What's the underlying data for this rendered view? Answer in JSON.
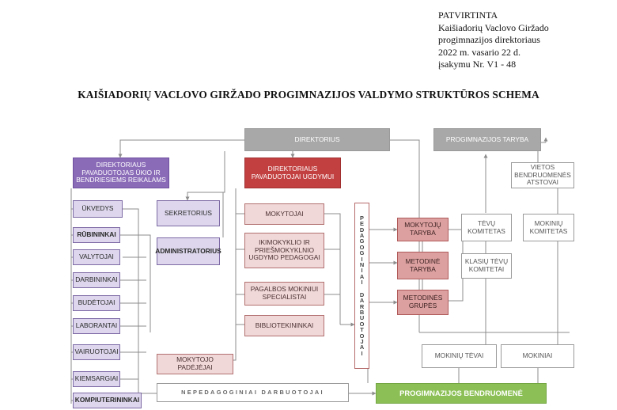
{
  "approval": {
    "line1": "PATVIRTINTA",
    "line2": "Kaišiadorių Vaclovo Giržado",
    "line3": "progimnazijos direktoriaus",
    "line4": "2022 m. vasario 22 d.",
    "line5": "įsakymu Nr. V1 - 48"
  },
  "title": "KAIŠIADORIŲ VACLOVO GIRŽADO PROGIMNAZIJOS VALDYMO STRUKTŪROS SCHEMA",
  "boxes": {
    "direktorius": "DIREKTORIUS",
    "taryba": "PROGIMNAZIJOS TARYBA",
    "pav_ukio": "DIREKTORIAUS PAVADUOTOJAS ŪKIO IR BENDRIESIEMS REIKALAMS",
    "pav_ugdymui": "DIREKTORIAUS PAVADUOTOJAI UGDYMUI",
    "vietos": "VIETOS BENDRUOMENĖS ATSTOVAI",
    "ukvedys": "ŪKVEDYS",
    "rubininkai": "RŪBININKAI",
    "valytojai": "VALYTOJAI",
    "darbininkai": "DARBININKAI",
    "budetojai": "BUDĖTOJAI",
    "laborantai": "LABORANTAI",
    "vairuotojai": "VAIRUOTOJAI",
    "kiemsargiai": "KIEMSARGIAI",
    "kompiuterininkai": "KOMPIUTERININKAI",
    "sekretorius": "SEKRETORIUS",
    "administratorius": "ADMINISTRATORIUS",
    "mokytojai": "MOKYTOJAI",
    "ikimokyklio": "IKIMOKYKLIO IR PRIEŠMOKYKLNIO UGDYMO PEDAGOGAI",
    "pagalbos": "PAGALBOS MOKINIUI SPECIALISTAI",
    "bibliotekininkai": "BIBLIOTEKININKAI",
    "mokytojo_padejejai": "MOKYTOJO PADĖJĖJAI",
    "pedagoginiai": "PEDAGOGINIAI DARBUOTOJAI",
    "mokytoju_taryba": "MOKYTOJŲ TARYBA",
    "metodine_taryba": "METODINĖ TARYBA",
    "metodines_grupes": "METODINĖS GRUPĖS",
    "tevu_komitetas": "TĖVŲ KOMITETAS",
    "klasiu_tevu": "KLASIŲ TĖVŲ KOMITETAI",
    "mokiniu_komitetas": "MOKINIŲ KOMITETAS",
    "mokiniu_tevai": "MOKINIŲ TĖVAI",
    "mokiniai": "MOKINIAI",
    "nepedagoginiai": "NEPEDAGOGINIAI DARBUOTOJAI",
    "bendruomene": "PROGIMNAZIJOS BENDRUOMENĖ"
  },
  "colors": {
    "gray": "#a8a8a8",
    "purple": "#8a6bb8",
    "red": "#c24040",
    "green": "#8cc056",
    "lavender": "#ddd6ec",
    "pink": "#f1d8d8",
    "line": "#8c8c8c"
  }
}
